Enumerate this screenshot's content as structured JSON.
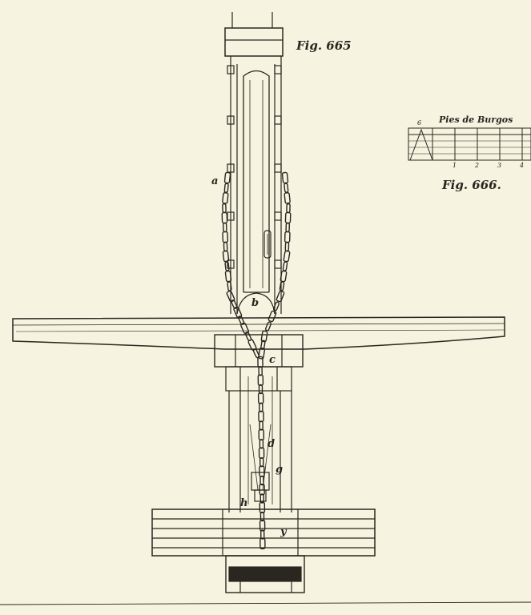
{
  "figures": {
    "main_title": "Fig. 665",
    "scale_title": "Fig. 666."
  },
  "scale": {
    "label": "Pies de Burgos",
    "ticks": [
      "6",
      "1",
      "2",
      "3",
      "4"
    ]
  },
  "letters": {
    "a": "a",
    "b": "b",
    "c": "c",
    "d": "d",
    "g": "g",
    "h": "h",
    "y": "y"
  },
  "colors": {
    "paper": "#f6f3e0",
    "ink": "#2a2620"
  }
}
